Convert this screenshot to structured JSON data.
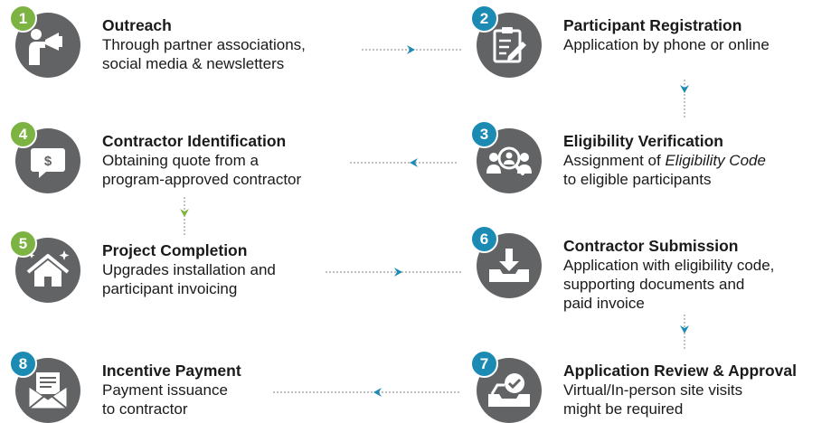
{
  "colors": {
    "circle": "#616365",
    "blue": "#1b8bb4",
    "green": "#7cb342",
    "dots": "#9a9a9a"
  },
  "steps": [
    {
      "number": "1",
      "badge_color": "green",
      "icon": "megaphone-person-icon",
      "title": "Outreach",
      "lines": [
        "Through partner associations,",
        "social media & newsletters"
      ]
    },
    {
      "number": "2",
      "badge_color": "blue",
      "icon": "clipboard-pencil-icon",
      "title": "Participant Registration",
      "lines": [
        "Application by phone or online"
      ]
    },
    {
      "number": "3",
      "badge_color": "blue",
      "icon": "people-magnifier-icon",
      "title": "Eligibility Verification",
      "lines": [
        "Assignment of ",
        "Eligibility Code",
        "to eligible participants"
      ]
    },
    {
      "number": "4",
      "badge_color": "green",
      "icon": "dollar-speech-bubble-icon",
      "title": "Contractor Identification",
      "lines": [
        "Obtaining quote from a",
        "program-approved contractor"
      ]
    },
    {
      "number": "5",
      "badge_color": "green",
      "icon": "house-sparkle-icon",
      "title": "Project Completion",
      "lines": [
        "Upgrades installation and",
        "participant invoicing"
      ]
    },
    {
      "number": "6",
      "badge_color": "blue",
      "icon": "download-tray-icon",
      "title": "Contractor Submission",
      "lines": [
        "Application with eligibility code,",
        "supporting documents and",
        "paid invoice"
      ]
    },
    {
      "number": "7",
      "badge_color": "blue",
      "icon": "tray-checkmark-icon",
      "title": "Application Review & Approval",
      "lines": [
        "Virtual/In-person site visits",
        "might be required"
      ]
    },
    {
      "number": "8",
      "badge_color": "blue",
      "icon": "envelope-letter-icon",
      "title": "Incentive Payment",
      "lines": [
        "Payment issuance",
        "to contractor"
      ]
    }
  ]
}
